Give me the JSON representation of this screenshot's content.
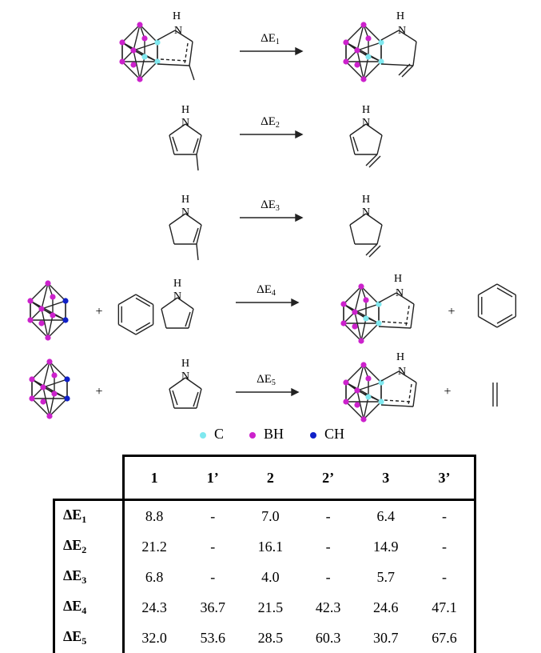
{
  "reactions": [
    {
      "id": "r1",
      "label": "ΔE",
      "sub": "1"
    },
    {
      "id": "r2",
      "label": "ΔE",
      "sub": "2"
    },
    {
      "id": "r3",
      "label": "ΔE",
      "sub": "3"
    },
    {
      "id": "r4",
      "label": "ΔE",
      "sub": "4"
    },
    {
      "id": "r5",
      "label": "ΔE",
      "sub": "5"
    }
  ],
  "atom_labels": {
    "nh": "H",
    "n": "N",
    "plus": "+"
  },
  "legend": [
    {
      "label": "C",
      "color": "#7fe8ef"
    },
    {
      "label": "BH",
      "color": "#cc22cc"
    },
    {
      "label": "CH",
      "color": "#1020c8"
    }
  ],
  "colors": {
    "carbon": "#7fe8ef",
    "bh": "#cc22cc",
    "ch": "#1020c8",
    "line": "#222222"
  },
  "table": {
    "headers": [
      "1",
      "1’",
      "2",
      "2’",
      "3",
      "3’"
    ],
    "rows": [
      {
        "label": "ΔE",
        "sub": "1",
        "values": [
          "8.8",
          "-",
          "7.0",
          "-",
          "6.4",
          "-"
        ]
      },
      {
        "label": "ΔE",
        "sub": "2",
        "values": [
          "21.2",
          "-",
          "16.1",
          "-",
          "14.9",
          "-"
        ]
      },
      {
        "label": "ΔE",
        "sub": "3",
        "values": [
          "6.8",
          "-",
          "4.0",
          "-",
          "5.7",
          "-"
        ]
      },
      {
        "label": "ΔE",
        "sub": "4",
        "values": [
          "24.3",
          "36.7",
          "21.5",
          "42.3",
          "24.6",
          "47.1"
        ]
      },
      {
        "label": "ΔE",
        "sub": "5",
        "values": [
          "32.0",
          "53.6",
          "28.5",
          "60.3",
          "30.7",
          "67.6"
        ]
      }
    ]
  }
}
